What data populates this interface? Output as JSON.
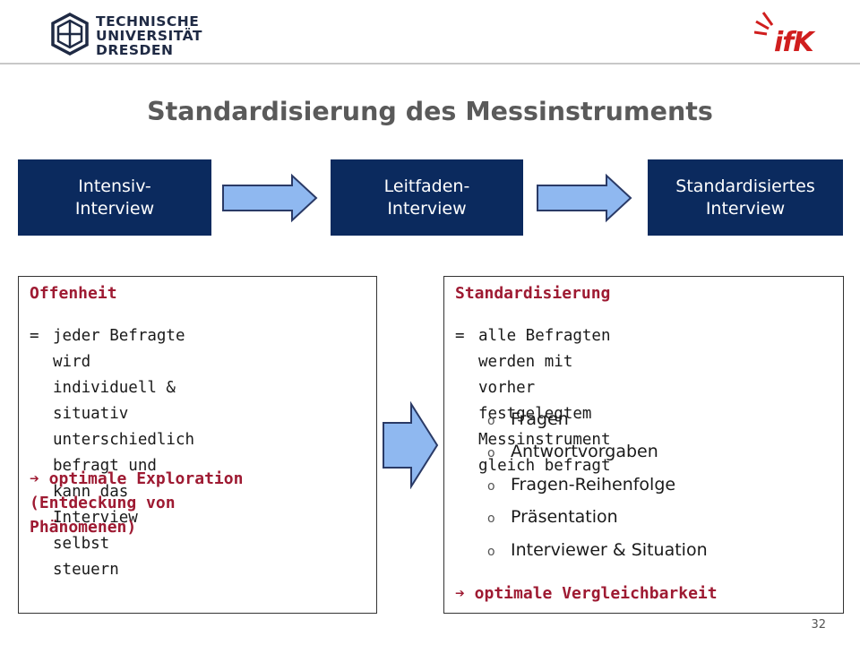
{
  "header": {
    "university_lines": [
      "TECHNISCHE",
      "UNIVERSITÄT",
      "DRESDEN"
    ],
    "institute_logo": "ifK"
  },
  "title": "Standardisierung des Messinstruments",
  "stages": [
    {
      "label": "Intensiv-\nInterview"
    },
    {
      "label": "Leitfaden-\nInterview"
    },
    {
      "label": "Standardisiertes\nInterview"
    }
  ],
  "left_panel": {
    "heading": "Offenheit",
    "eq": "=",
    "definition": "jeder Befragte wird\nindividuell & situativ\nunterschiedlich befragt und\nkann das Interview selbst\nsteuern",
    "conclusion": "➔ optimale Exploration\n(Entdeckung von\nPhänomenen)"
  },
  "right_panel": {
    "heading": "Standardisierung",
    "eq": "=",
    "definition": "alle Befragten werden mit\nvorher festgelegtem\nMessinstrument gleich befragt",
    "bullet_marker": "o",
    "bullets": [
      "Fragen",
      "Antwortvorgaben",
      "Fragen-Reihenfolge",
      "Präsentation",
      "Interviewer & Situation"
    ],
    "conclusion": "➔ optimale Vergleichbarkeit"
  },
  "page_number": "32",
  "colors": {
    "stage_fill": "#0b2a5e",
    "arrow_fill": "#8fb8f0",
    "accent": "#9e1a32",
    "title": "#5a5a5a"
  }
}
